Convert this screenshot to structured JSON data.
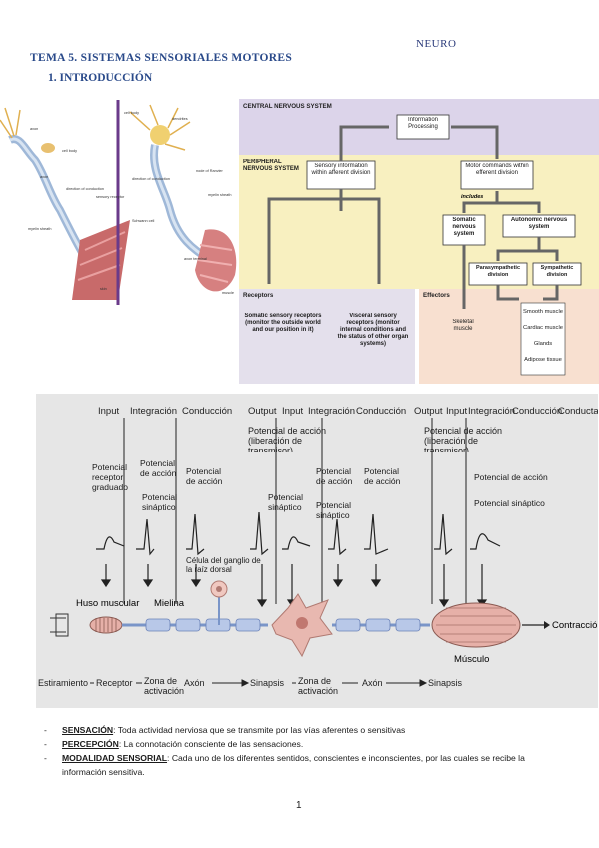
{
  "header": {
    "right": "NEURO"
  },
  "title": "TEMA 5. SISTEMAS SENSORIALES MOTORES",
  "subtitle": "1.  INTRODUCCIÓN",
  "neurons": {
    "left": {
      "labels": [
        "axon",
        "cell body",
        "axon",
        "direction of conduction",
        "sensory receptor",
        "myelin sheath",
        "skin"
      ]
    },
    "right": {
      "labels": [
        "cell body",
        "dendrites",
        "node of Ranvier",
        "direction of conduction",
        "Schwann cell",
        "myelin sheath",
        "axon terminal",
        "muscle"
      ]
    }
  },
  "ns": {
    "cns_label": "CENTRAL NERVOUS SYSTEM",
    "info": "Information Processing",
    "pns_label": "PERIPHERAL NERVOUS SYSTEM",
    "afferent": "Sensory information within afferent division",
    "efferent": "Motor commands within efferent division",
    "includes": "includes",
    "somatic": "Somatic nervous system",
    "autonomic": "Autonomic nervous system",
    "para": "Parasympathetic division",
    "symp": "Sympathetic division",
    "receptors": "Receptors",
    "somatic_rec": "Somatic sensory receptors (monitor the outside world and our position in it)",
    "visceral_rec": "Visceral sensory receptors (monitor internal conditions and the status of other organ systems)",
    "effectors": "Effectors",
    "skeletal": "Skeletal muscle",
    "effector_list": [
      "Smooth muscle",
      "Cardiac muscle",
      "Glands",
      "Adipose tissue"
    ]
  },
  "pathway": {
    "top": [
      "Input",
      "Integración",
      "Conducción",
      "Output",
      "Input",
      "Integración",
      "Conducción",
      "Output",
      "Input",
      "Integración",
      "Conducción",
      "Conducta"
    ],
    "ap1": "Potencial de acción (liberación de transmisor)",
    "ap2": "Potencial de acción (liberación de transmisor)",
    "labels": [
      "Potencial receptor graduado",
      "Potencial de acción",
      "Potencial de acción",
      "Potencial sináptico",
      "Potencial sináptico",
      "Potencial de acción",
      "Potencial de acción",
      "Potencial sináptico",
      "Potencial de acción",
      "Potencial sináptico"
    ],
    "ganglio": "Célula del ganglio de la raíz dorsal",
    "huso": "Huso muscular",
    "mielina": "Mielina",
    "musculo": "Músculo",
    "contraccion": "Contracción",
    "bottom": [
      "Estiramiento",
      "Receptor",
      "Zona de activación",
      "Axón",
      "Sinapsis",
      "Zona de activación",
      "Axón",
      "Sinapsis"
    ]
  },
  "bullets": [
    {
      "term": "SENSACIÓN",
      "text": ": Toda actividad nerviosa que se transmite por las vías aferentes o sensitivas"
    },
    {
      "term": "PERCEPCIÓN",
      "text": ": La connotación consciente de las sensaciones."
    },
    {
      "term": "MODALIDAD SENSORIAL",
      "text": ": Cada uno de los diferentes sentidos, conscientes e inconscientes, por las cuales se recibe la información sensitiva."
    }
  ],
  "page_number": "1"
}
